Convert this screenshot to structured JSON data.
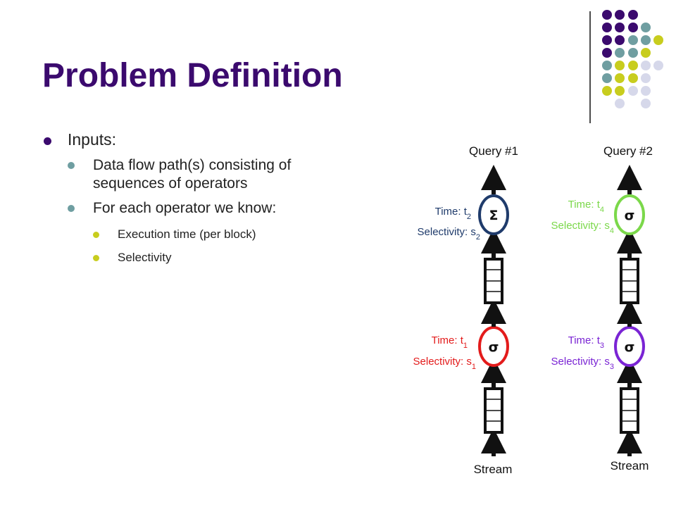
{
  "title": "Problem Definition",
  "bullets": {
    "inputs": "Inputs:",
    "data_flow": "Data flow path(s) consisting of sequences of operators",
    "for_each": "For each operator we know:",
    "exec_time": "Execution time (per block)",
    "selectivity": "Selectivity"
  },
  "colors": {
    "title": "#3b0a6e",
    "purple": "#3b0a6e",
    "teal": "#6f9ea1",
    "yellow": "#c8cd1e",
    "lavender": "#d6d8ea",
    "navy": "#1f3b6b",
    "red": "#e31b1b",
    "green": "#7bd84a",
    "violet": "#7a24d4"
  },
  "diagram": {
    "query1": {
      "header": "Query #1",
      "stream": "Stream",
      "top_op": {
        "symbol": "Σ",
        "time": "Time: t",
        "time_sub": "2",
        "sel": "Selectivity: s",
        "sel_sub": "2",
        "color": "#1f3b6b"
      },
      "bottom_op": {
        "symbol": "σ",
        "time": "Time: t",
        "time_sub": "1",
        "sel": "Selectivity: s",
        "sel_sub": "1",
        "color": "#e31b1b"
      }
    },
    "query2": {
      "header": "Query #2",
      "stream": "Stream",
      "top_op": {
        "symbol": "σ",
        "time": "Time: t",
        "time_sub": "4",
        "sel": "Selectivity: s",
        "sel_sub": "4",
        "color": "#7bd84a"
      },
      "bottom_op": {
        "symbol": "σ",
        "time": "Time: t",
        "time_sub": "3",
        "sel": "Selectivity: s",
        "sel_sub": "3",
        "color": "#7a24d4"
      }
    }
  }
}
